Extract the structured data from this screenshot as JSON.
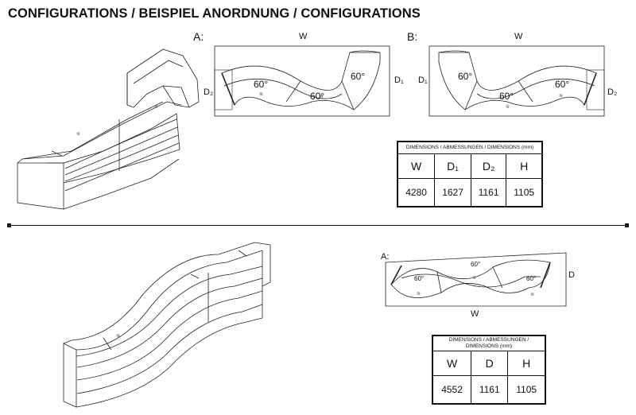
{
  "title": "CONFIGURATIONS / BEISPIEL ANORDNUNG / CONFIGURATIONS",
  "config_a": {
    "label": "A:",
    "w": "W",
    "d1": "D₁",
    "d2": "D₂",
    "angles": [
      "60°",
      "60°",
      "60°"
    ]
  },
  "config_b": {
    "label": "B:",
    "w": "W",
    "d1": "D₁",
    "d2": "D₂",
    "angles": [
      "60°",
      "60°",
      "60°"
    ]
  },
  "table1": {
    "caption": "DIMENSIONS / ABMESSUNGEN / DIMENSIONS (mm)",
    "headers": [
      "W",
      "D₁",
      "D₂",
      "H"
    ],
    "values": [
      "4280",
      "1627",
      "1161",
      "1105"
    ]
  },
  "config_c": {
    "label": "A:",
    "w": "W",
    "d": "D",
    "angles": [
      "60°",
      "60°",
      "60°"
    ]
  },
  "table2": {
    "caption_line1": "DIMENSIONS / ABMESSUNGEN /",
    "caption_line2": "DIMENSIONS (mm)",
    "headers": [
      "W",
      "D",
      "H"
    ],
    "values": [
      "4552",
      "1161",
      "1105"
    ]
  }
}
